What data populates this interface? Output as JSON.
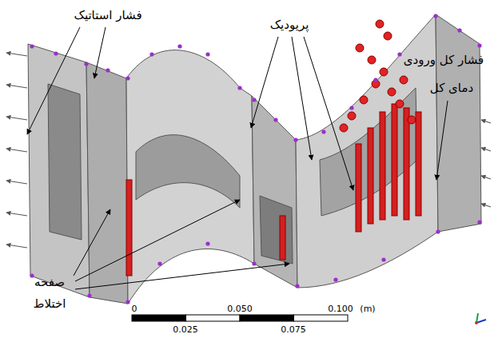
{
  "diagram": {
    "labels": [
      "فشار استاتیک",
      "پریودیک",
      "فشار کل ورودی",
      "دمای کل",
      "صفحه اختلاط",
      "0",
      "0.050",
      "0.100",
      "(m)",
      "0.025",
      "0.075"
    ]
  }
}
